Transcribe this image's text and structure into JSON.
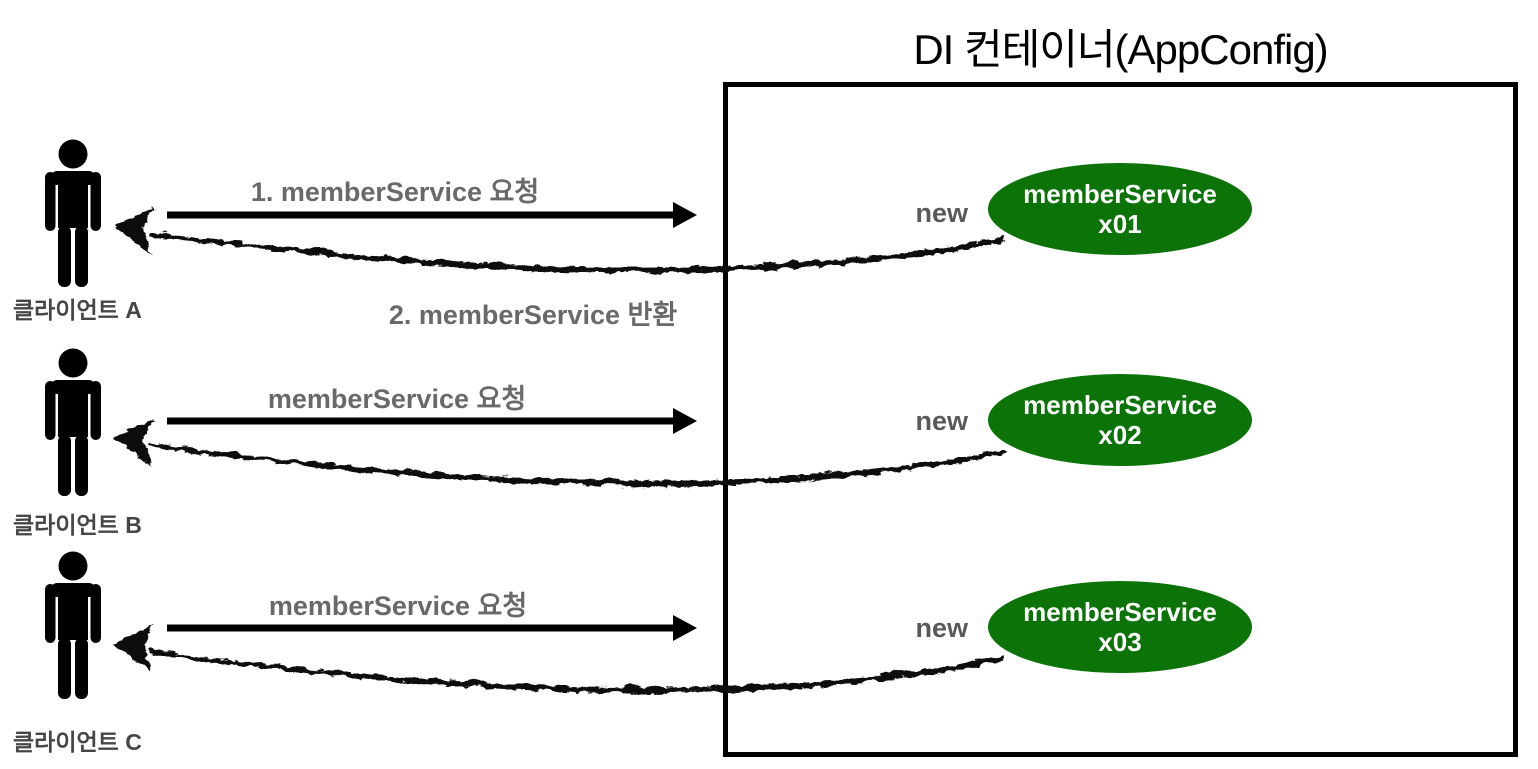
{
  "title": "DI 컨테이너(AppConfig)",
  "colors": {
    "bean_green": "#0b7307",
    "flow_label_gray": "#696969",
    "new_label_gray": "#595959",
    "client_label_gray": "#464646",
    "line_black": "#000000"
  },
  "clients": [
    {
      "label": "클라이언트 A"
    },
    {
      "label": "클라이언트 B"
    },
    {
      "label": "클라이언트 C"
    }
  ],
  "flows": [
    {
      "request_label": "1. memberService 요청",
      "return_label": "2. memberService 반환"
    },
    {
      "request_label": "memberService 요청"
    },
    {
      "request_label": "memberService 요청"
    }
  ],
  "beans": [
    {
      "new_label": "new",
      "name": "memberService",
      "instance": "x01"
    },
    {
      "new_label": "new",
      "name": "memberService",
      "instance": "x02"
    },
    {
      "new_label": "new",
      "name": "memberService",
      "instance": "x03"
    }
  ]
}
